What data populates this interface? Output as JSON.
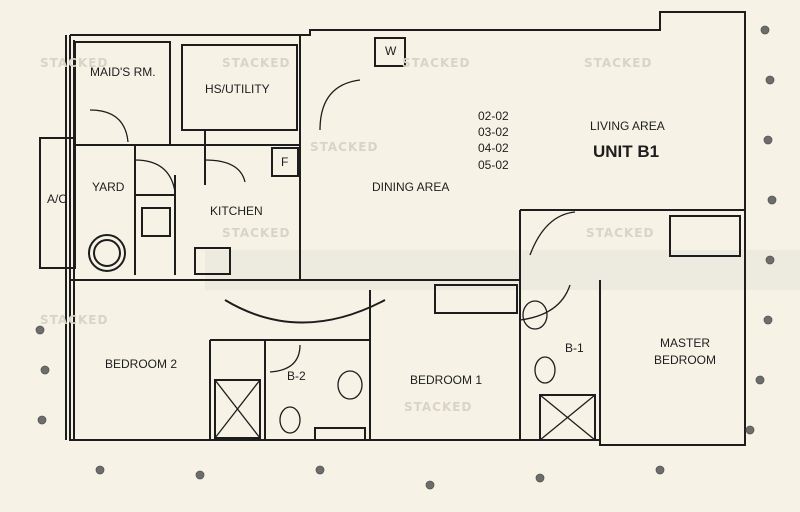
{
  "rooms": {
    "maids_room": "MAID'S RM.",
    "hs_utility": "HS/UTILITY",
    "washer": "W",
    "fridge": "F",
    "yard": "YARD",
    "ac": "A/C",
    "kitchen": "KITCHEN",
    "dining": "DINING AREA",
    "living": "LIVING AREA",
    "unit": "UNIT B1",
    "bedroom2": "BEDROOM 2",
    "bedroom1": "BEDROOM 1",
    "bath2": "B-2",
    "bath1": "B-1",
    "master_line1": "MASTER",
    "master_line2": "BEDROOM"
  },
  "unit_numbers": [
    "02-02",
    "03-02",
    "04-02",
    "05-02"
  ],
  "watermark": "STACKED",
  "colors": {
    "paper": "#f6f3e6",
    "ink": "#1d1d1d",
    "watermark": "#d8d4c6",
    "plant": "#6d6d6d"
  }
}
